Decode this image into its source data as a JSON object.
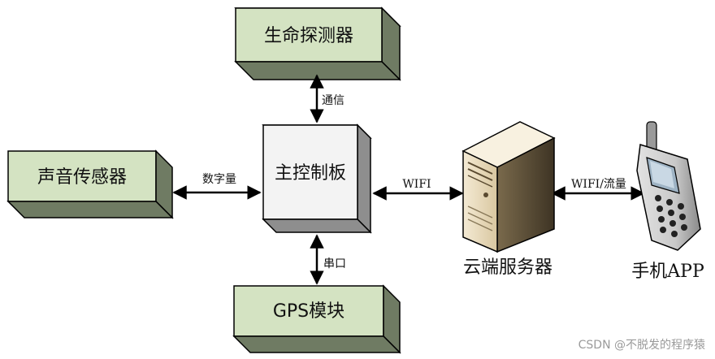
{
  "boxes": {
    "life_detector": "生命探测器",
    "sound_sensor": "声音传感器",
    "main_board": "主控制板",
    "gps_module": "GPS模块"
  },
  "connections": {
    "top": "通信",
    "left": "数字量",
    "bottom": "串口",
    "right_server": "WIFI",
    "server_phone": "WIFI/流量"
  },
  "nodes": {
    "cloud_server": "云端服务器",
    "phone_app": "手机APP"
  },
  "watermark": "CSDN @不脱发的程序猿",
  "colors": {
    "box_front": "#d4e3c2",
    "box_top": "#e8f0dd",
    "box_side": "#6f7b63",
    "main_front": "#f3f3f3",
    "main_side": "#8e8e8e",
    "main_top": "#fafafa"
  }
}
